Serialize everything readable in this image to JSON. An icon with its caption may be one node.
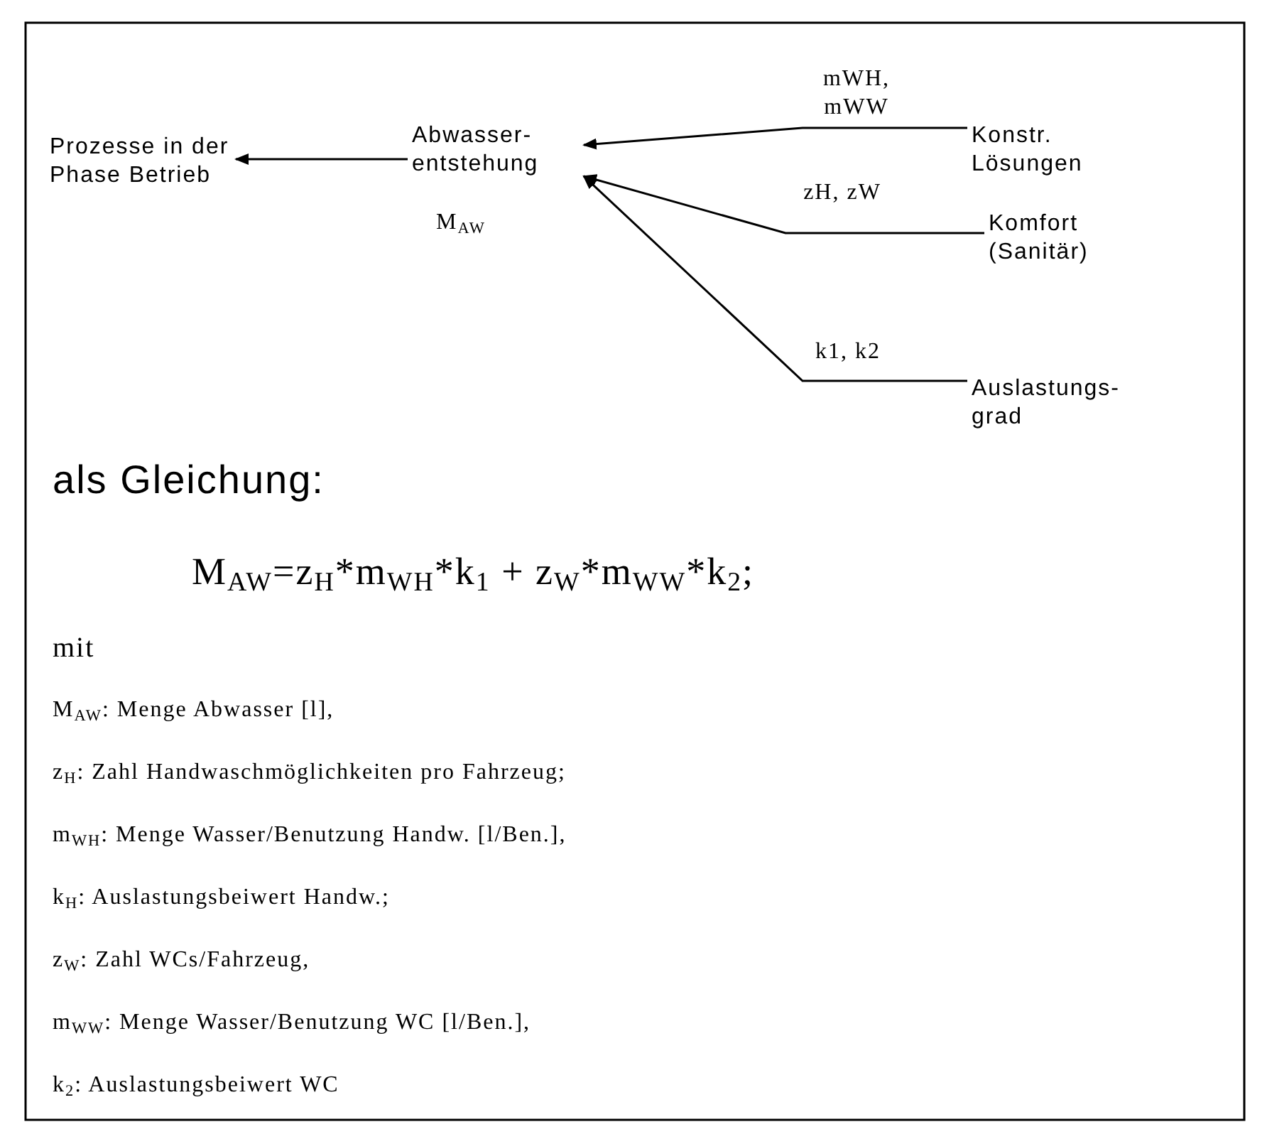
{
  "diagram": {
    "nodes": [
      {
        "text": [
          "Prozesse in der Phase Betrieb"
        ]
      },
      {
        "text": [
          "Abwasser-entstehung"
        ],
        "beside": [
          "M$_{AW}$"
        ]
      },
      {
        "text": [
          "Konstr. Lösungen"
        ]
      },
      {
        "text": [
          "Komfort (Sanitär)"
        ]
      },
      {
        "text": [
          "Auslastungs-grad"
        ]
      }
    ],
    "edges": [
      {
        "from": 1,
        "to": 0,
        "arrow": "to"
      },
      {
        "from": 2,
        "to": 1,
        "arrow": "to",
        "label": "mWH, mWW"
      },
      {
        "from": 3,
        "to": 1,
        "arrow": "to",
        "label": "zH, zW"
      },
      {
        "from": 4,
        "to": 1,
        "arrow": "to",
        "label": "k1, k2"
      }
    ],
    "labels": [
      "als Gleichung:",
      "M$_{AW}$=z$_{H}$*m$_{WH}$*k$_{1}$ + z$_{W}$*m$_{WW}$*k$_{2}$;",
      "mit",
      "M$_{AW}$: Menge Abwasser [l],",
      "z$_{H}$: Zahl Handwaschmöglichkeiten pro Fahrzeug;",
      "m$_{WH}$: Menge Wasser/Benutzung Handw. [l/Ben.],",
      "k$_{H}$: Auslastungsbeiwert Handw.;",
      "z$_{W}$: Zahl WCs/Fahrzeug,",
      "m$_{WW}$: Menge Wasser/Benutzung WC [l/Ben.],",
      "k$_{2}$: Auslastungsbeiwert WC"
    ]
  }
}
